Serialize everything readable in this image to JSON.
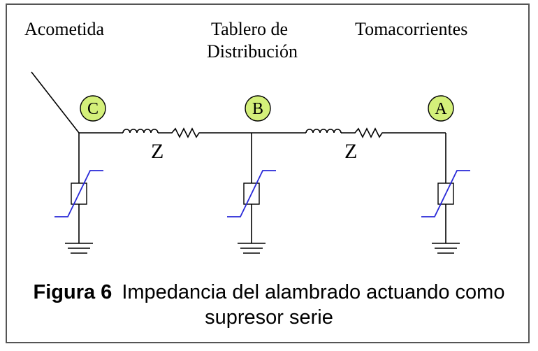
{
  "labels": {
    "acometida": "Acometida",
    "tablero_line1": "Tablero de",
    "tablero_line2": "Distribución",
    "tomacorrientes": "Tomacorrientes"
  },
  "nodes": {
    "c": "C",
    "b": "B",
    "a": "A"
  },
  "impedance": {
    "z1": "Z",
    "z2": "Z"
  },
  "caption": {
    "figure_label": "Figura  6",
    "line1": "Impedancia del alambrado actuando como",
    "line2": "supresor serie"
  },
  "colors": {
    "node_fill": "#d4f07a",
    "varistor": "#2828d8",
    "frame": "#555555"
  }
}
